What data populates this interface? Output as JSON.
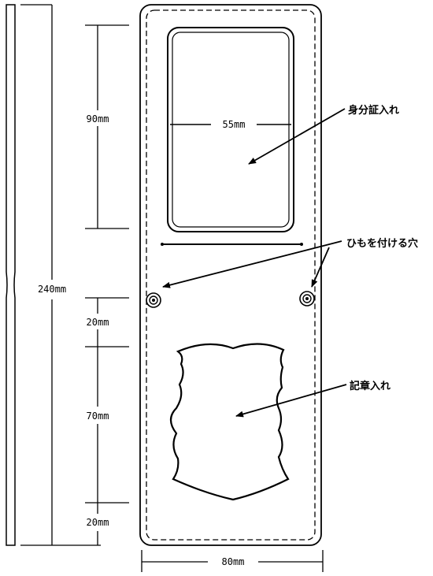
{
  "dimensions": {
    "total_length": "240mm",
    "id_pocket_height": "90mm",
    "id_pocket_width": "55mm",
    "gap_height": "20mm",
    "badge_pocket_height": "70mm",
    "bottom_margin": "20mm",
    "total_width": "80mm"
  },
  "labels": {
    "id_card_holder": "身分証入れ",
    "strap_holes": "ひもを付ける穴",
    "badge_holder": "記章入れ"
  }
}
